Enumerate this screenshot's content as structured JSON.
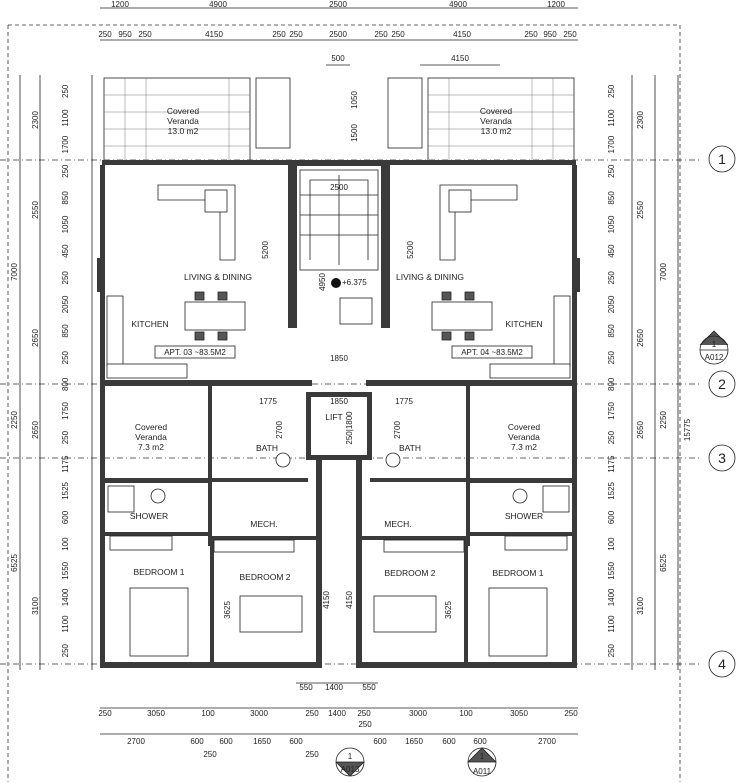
{
  "grid_labels": [
    "1",
    "2",
    "3",
    "4"
  ],
  "top_dims": {
    "row1": [
      "1200",
      "4900",
      "2500",
      "4900",
      "1200"
    ],
    "row2": [
      "250",
      "950",
      "250",
      "4150",
      "250",
      "250",
      "2500",
      "250",
      "250",
      "4150",
      "250",
      "950",
      "250"
    ],
    "row3_left": "500",
    "row3_right": "4150"
  },
  "rooms": {
    "veranda_left": [
      "Covered",
      "Veranda",
      "13.0 m2"
    ],
    "veranda_right": [
      "Covered",
      "Veranda",
      "13.0 m2"
    ],
    "living_left": "LIVING & DINING",
    "living_right": "LIVING & DINING",
    "kitchen_left": "KITCHEN",
    "kitchen_right": "KITCHEN",
    "apt_left": "APT. 03 ~83.5M2",
    "apt_right": "APT. 04 ~83.5M2",
    "veranda_small_left": [
      "Covered",
      "Veranda",
      "7.3 m2"
    ],
    "veranda_small_right": [
      "Covered",
      "Veranda",
      "7.3 m2"
    ],
    "bath_left": "BATH",
    "bath_right": "BATH",
    "shower_left": "SHOWER",
    "shower_right": "SHOWER",
    "mech_left": "MECH.",
    "mech_right": "MECH.",
    "bedroom1_left": "BEDROOM 1",
    "bedroom2_left": "BEDROOM 2",
    "bedroom2_right": "BEDROOM 2",
    "bedroom1_right": "BEDROOM 1",
    "lift": "LIFT",
    "level": "+6.375"
  },
  "stair_dims": {
    "d2500": "2500",
    "d1050": "1050",
    "d1500": "1500",
    "d4950": "4950",
    "d5200a": "5200",
    "d5200b": "5200",
    "d1850a": "1850",
    "d1850b": "1850",
    "d1775a": "1775",
    "d1775b": "1775",
    "d1800": "250|1800",
    "d4150a": "4150",
    "d4150b": "4150",
    "d3625a": "3625",
    "d3625b": "3625",
    "d2700a": "2700",
    "d2700b": "2700"
  },
  "left_dims": {
    "outer": [
      "7000",
      "2250",
      "6525"
    ],
    "mid": [
      "2300",
      "2550",
      "2650",
      "2650",
      "3100"
    ],
    "inner": [
      "250",
      "1100",
      "1700",
      "250",
      "850",
      "1050",
      "450",
      "250",
      "2050",
      "850",
      "250",
      "800",
      "1750",
      "250",
      "1175",
      "1525",
      "600",
      "100",
      "1550",
      "1400",
      "1100",
      "250"
    ]
  },
  "right_dims": {
    "outer": [
      "7000",
      "2250",
      "6525"
    ],
    "mid": [
      "2300",
      "2550",
      "2650",
      "2650",
      "3100"
    ],
    "inner": [
      "250",
      "1100",
      "1700",
      "250",
      "850",
      "1050",
      "450",
      "250",
      "2050",
      "850",
      "250",
      "800",
      "1750",
      "250",
      "1175",
      "1525",
      "600",
      "100",
      "1550",
      "1400",
      "1100",
      "250"
    ],
    "total": "15775"
  },
  "bottom_dims": {
    "row1": [
      "550",
      "1400",
      "550"
    ],
    "row2": [
      "250",
      "3050",
      "100",
      "3000",
      "250",
      "1400",
      "250",
      "3000",
      "100",
      "3050",
      "250"
    ],
    "row2b": "250",
    "row3": [
      "2700",
      "600",
      "600",
      "1650",
      "600",
      "600",
      "1650",
      "600",
      "600",
      "2700"
    ],
    "row3b": [
      "250",
      "250"
    ]
  },
  "section_marks": [
    {
      "num": "1",
      "ref": "A012"
    },
    {
      "num": "1",
      "ref": "A013"
    },
    {
      "num": "1",
      "ref": "A011"
    }
  ]
}
